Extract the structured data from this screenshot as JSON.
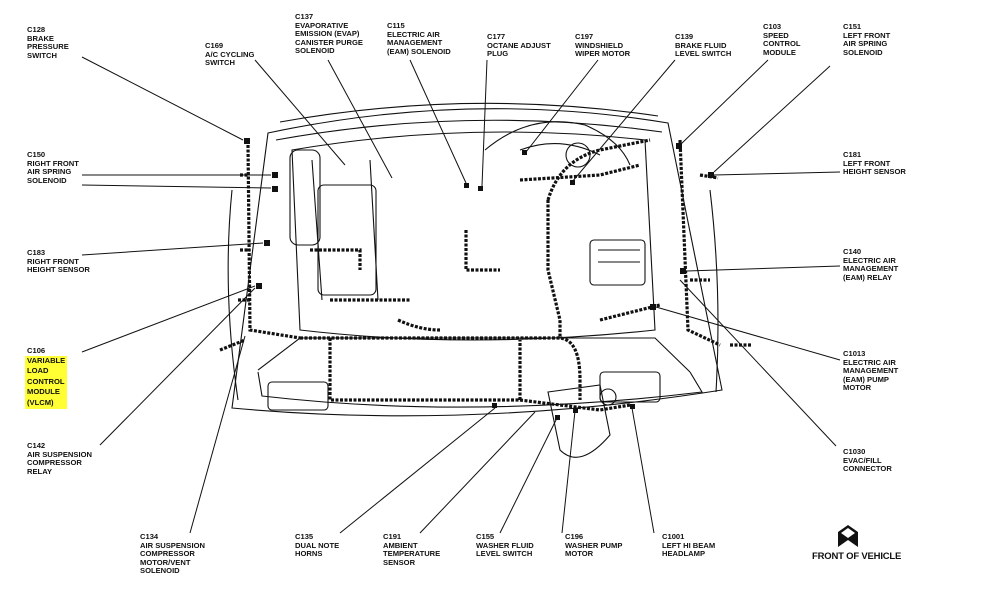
{
  "highlight_color": "#ffff33",
  "front_indicator": {
    "label": "FRONT OF VEHICLE"
  },
  "connectors": [
    {
      "id": "c128",
      "lines": [
        "C128",
        "BRAKE",
        "PRESSURE",
        "SWITCH"
      ]
    },
    {
      "id": "c169",
      "lines": [
        "C169",
        "A/C CYCLING",
        "SWITCH"
      ]
    },
    {
      "id": "c137",
      "lines": [
        "C137",
        "EVAPORATIVE",
        "EMISSION (EVAP)",
        "CANISTER PURGE",
        "SOLENOID"
      ]
    },
    {
      "id": "c115",
      "lines": [
        "C115",
        "ELECTRIC AIR",
        "MANAGEMENT",
        "(EAM) SOLENOID"
      ]
    },
    {
      "id": "c177",
      "lines": [
        "C177",
        "OCTANE ADJUST",
        "PLUG"
      ]
    },
    {
      "id": "c197",
      "lines": [
        "C197",
        "WINDSHIELD",
        "WIPER MOTOR"
      ]
    },
    {
      "id": "c139",
      "lines": [
        "C139",
        "BRAKE FLUID",
        "LEVEL SWITCH"
      ]
    },
    {
      "id": "c103",
      "lines": [
        "C103",
        "SPEED",
        "CONTROL",
        "MODULE"
      ]
    },
    {
      "id": "c151",
      "lines": [
        "C151",
        "LEFT FRONT",
        "AIR SPRING",
        "SOLENOID"
      ]
    },
    {
      "id": "c150",
      "lines": [
        "C150",
        "RIGHT FRONT",
        "AIR SPRING",
        "SOLENOID"
      ]
    },
    {
      "id": "c181",
      "lines": [
        "C181",
        "LEFT FRONT",
        "HEIGHT SENSOR"
      ]
    },
    {
      "id": "c183",
      "lines": [
        "C183",
        "RIGHT FRONT",
        "HEIGHT SENSOR"
      ]
    },
    {
      "id": "c140",
      "lines": [
        "C140",
        "ELECTRIC AIR",
        "MANAGEMENT",
        "(EAM) RELAY"
      ]
    },
    {
      "id": "c106",
      "lines": [
        "C106",
        "VARIABLE",
        "LOAD",
        "CONTROL",
        "MODULE",
        "(VLCM)"
      ],
      "highlight_from": 1
    },
    {
      "id": "c1013",
      "lines": [
        "C1013",
        "ELECTRIC AIR",
        "MANAGEMENT",
        "(EAM) PUMP",
        "MOTOR"
      ]
    },
    {
      "id": "c142",
      "lines": [
        "C142",
        "AIR SUSPENSION",
        "COMPRESSOR",
        "RELAY"
      ]
    },
    {
      "id": "c1030",
      "lines": [
        "C1030",
        "EVAC/FILL",
        "CONNECTOR"
      ]
    },
    {
      "id": "c134",
      "lines": [
        "C134",
        "AIR SUSPENSION",
        "COMPRESSOR",
        "MOTOR/VENT",
        "SOLENOID"
      ]
    },
    {
      "id": "c135",
      "lines": [
        "C135",
        "DUAL NOTE",
        "HORNS"
      ]
    },
    {
      "id": "c191",
      "lines": [
        "C191",
        "AMBIENT",
        "TEMPERATURE",
        "SENSOR"
      ]
    },
    {
      "id": "c155",
      "lines": [
        "C155",
        "WASHER FLUID",
        "LEVEL SWITCH"
      ]
    },
    {
      "id": "c196",
      "lines": [
        "C196",
        "WASHER PUMP",
        "MOTOR"
      ]
    },
    {
      "id": "c1001",
      "lines": [
        "C1001",
        "LEFT HI BEAM",
        "HEADLAMP"
      ]
    }
  ]
}
